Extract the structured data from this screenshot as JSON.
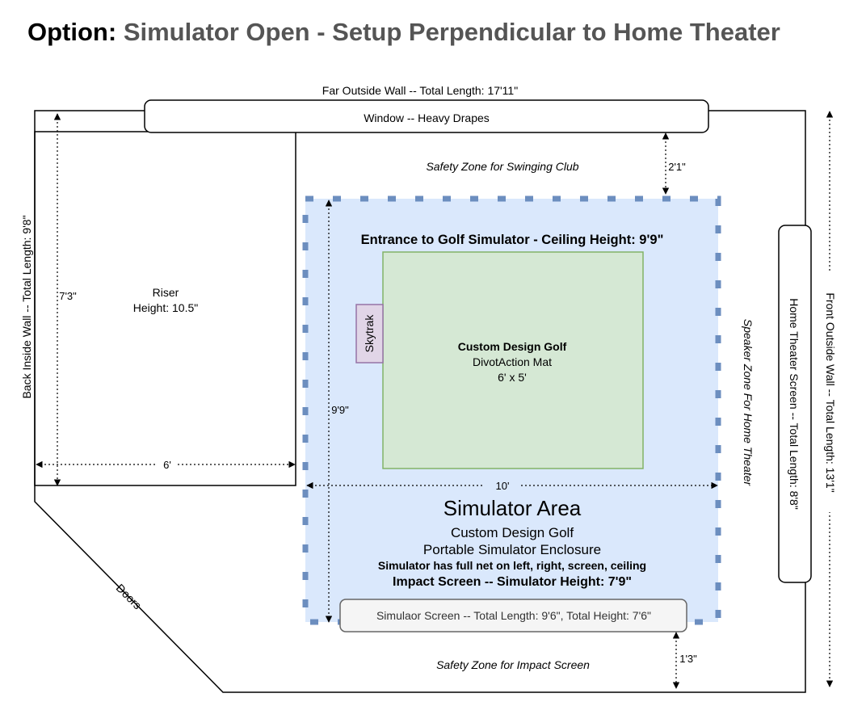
{
  "title": {
    "prefix": "Option:",
    "rest": "Simulator Open - Setup Perpendicular to Home Theater"
  },
  "colors": {
    "wall": "#000000",
    "enclosure_fill": "#dae8fc",
    "enclosure_stroke": "#6c8ebf",
    "mat_fill": "#d5e8d4",
    "mat_stroke": "#82b366",
    "skytrak_fill": "#e1d5e7",
    "skytrak_stroke": "#9673a6",
    "screen_fill": "#f5f5f5",
    "screen_stroke": "#666666",
    "title_rest": "#555555"
  },
  "room": {
    "far_wall_label": "Far Outside Wall -- Total Length: 17'11\"",
    "back_wall_label": "Back Inside Wall -- Total Length: 9'8\"",
    "front_wall_label": "Front Outside Wall -- Total Length: 13'1\"",
    "window_label": "Window -- Heavy Drapes",
    "doors_label": "Doors",
    "safety_swing_label": "Safety Zone for Swinging Club",
    "safety_swing_dim": "2'1\"",
    "safety_impact_label": "Safety Zone for Impact Screen",
    "safety_impact_dim": "1'3\"",
    "speaker_zone_label": "Speaker Zone For Home Theater",
    "theater_screen_label": "Home Theater Screen -- Total Length: 8'8\""
  },
  "riser": {
    "label_line1": "Riser",
    "label_line2": "Height: 10.5\"",
    "depth_dim": "7'3\"",
    "width_dim": "6'"
  },
  "enclosure": {
    "entrance_label": "Entrance to Golf Simulator - Ceiling Height: 9'9\"",
    "depth_dim": "9'9\"",
    "width_dim": "10'",
    "area_title": "Simulator Area",
    "area_line1": "Custom Design Golf",
    "area_line2": "Portable Simulator Enclosure",
    "net_note": "Simulator has full net on left, right, screen, ceiling",
    "impact_note": "Impact Screen -- Simulator Height: 7'9\""
  },
  "mat": {
    "line1": "Custom Design Golf",
    "line2": "DivotAction Mat",
    "size": "6' x 5'"
  },
  "skytrak": {
    "label": "Skytrak"
  },
  "sim_screen": {
    "label": "Simulaor Screen -- Total Length: 9'6\", Total Height: 7'6\""
  }
}
